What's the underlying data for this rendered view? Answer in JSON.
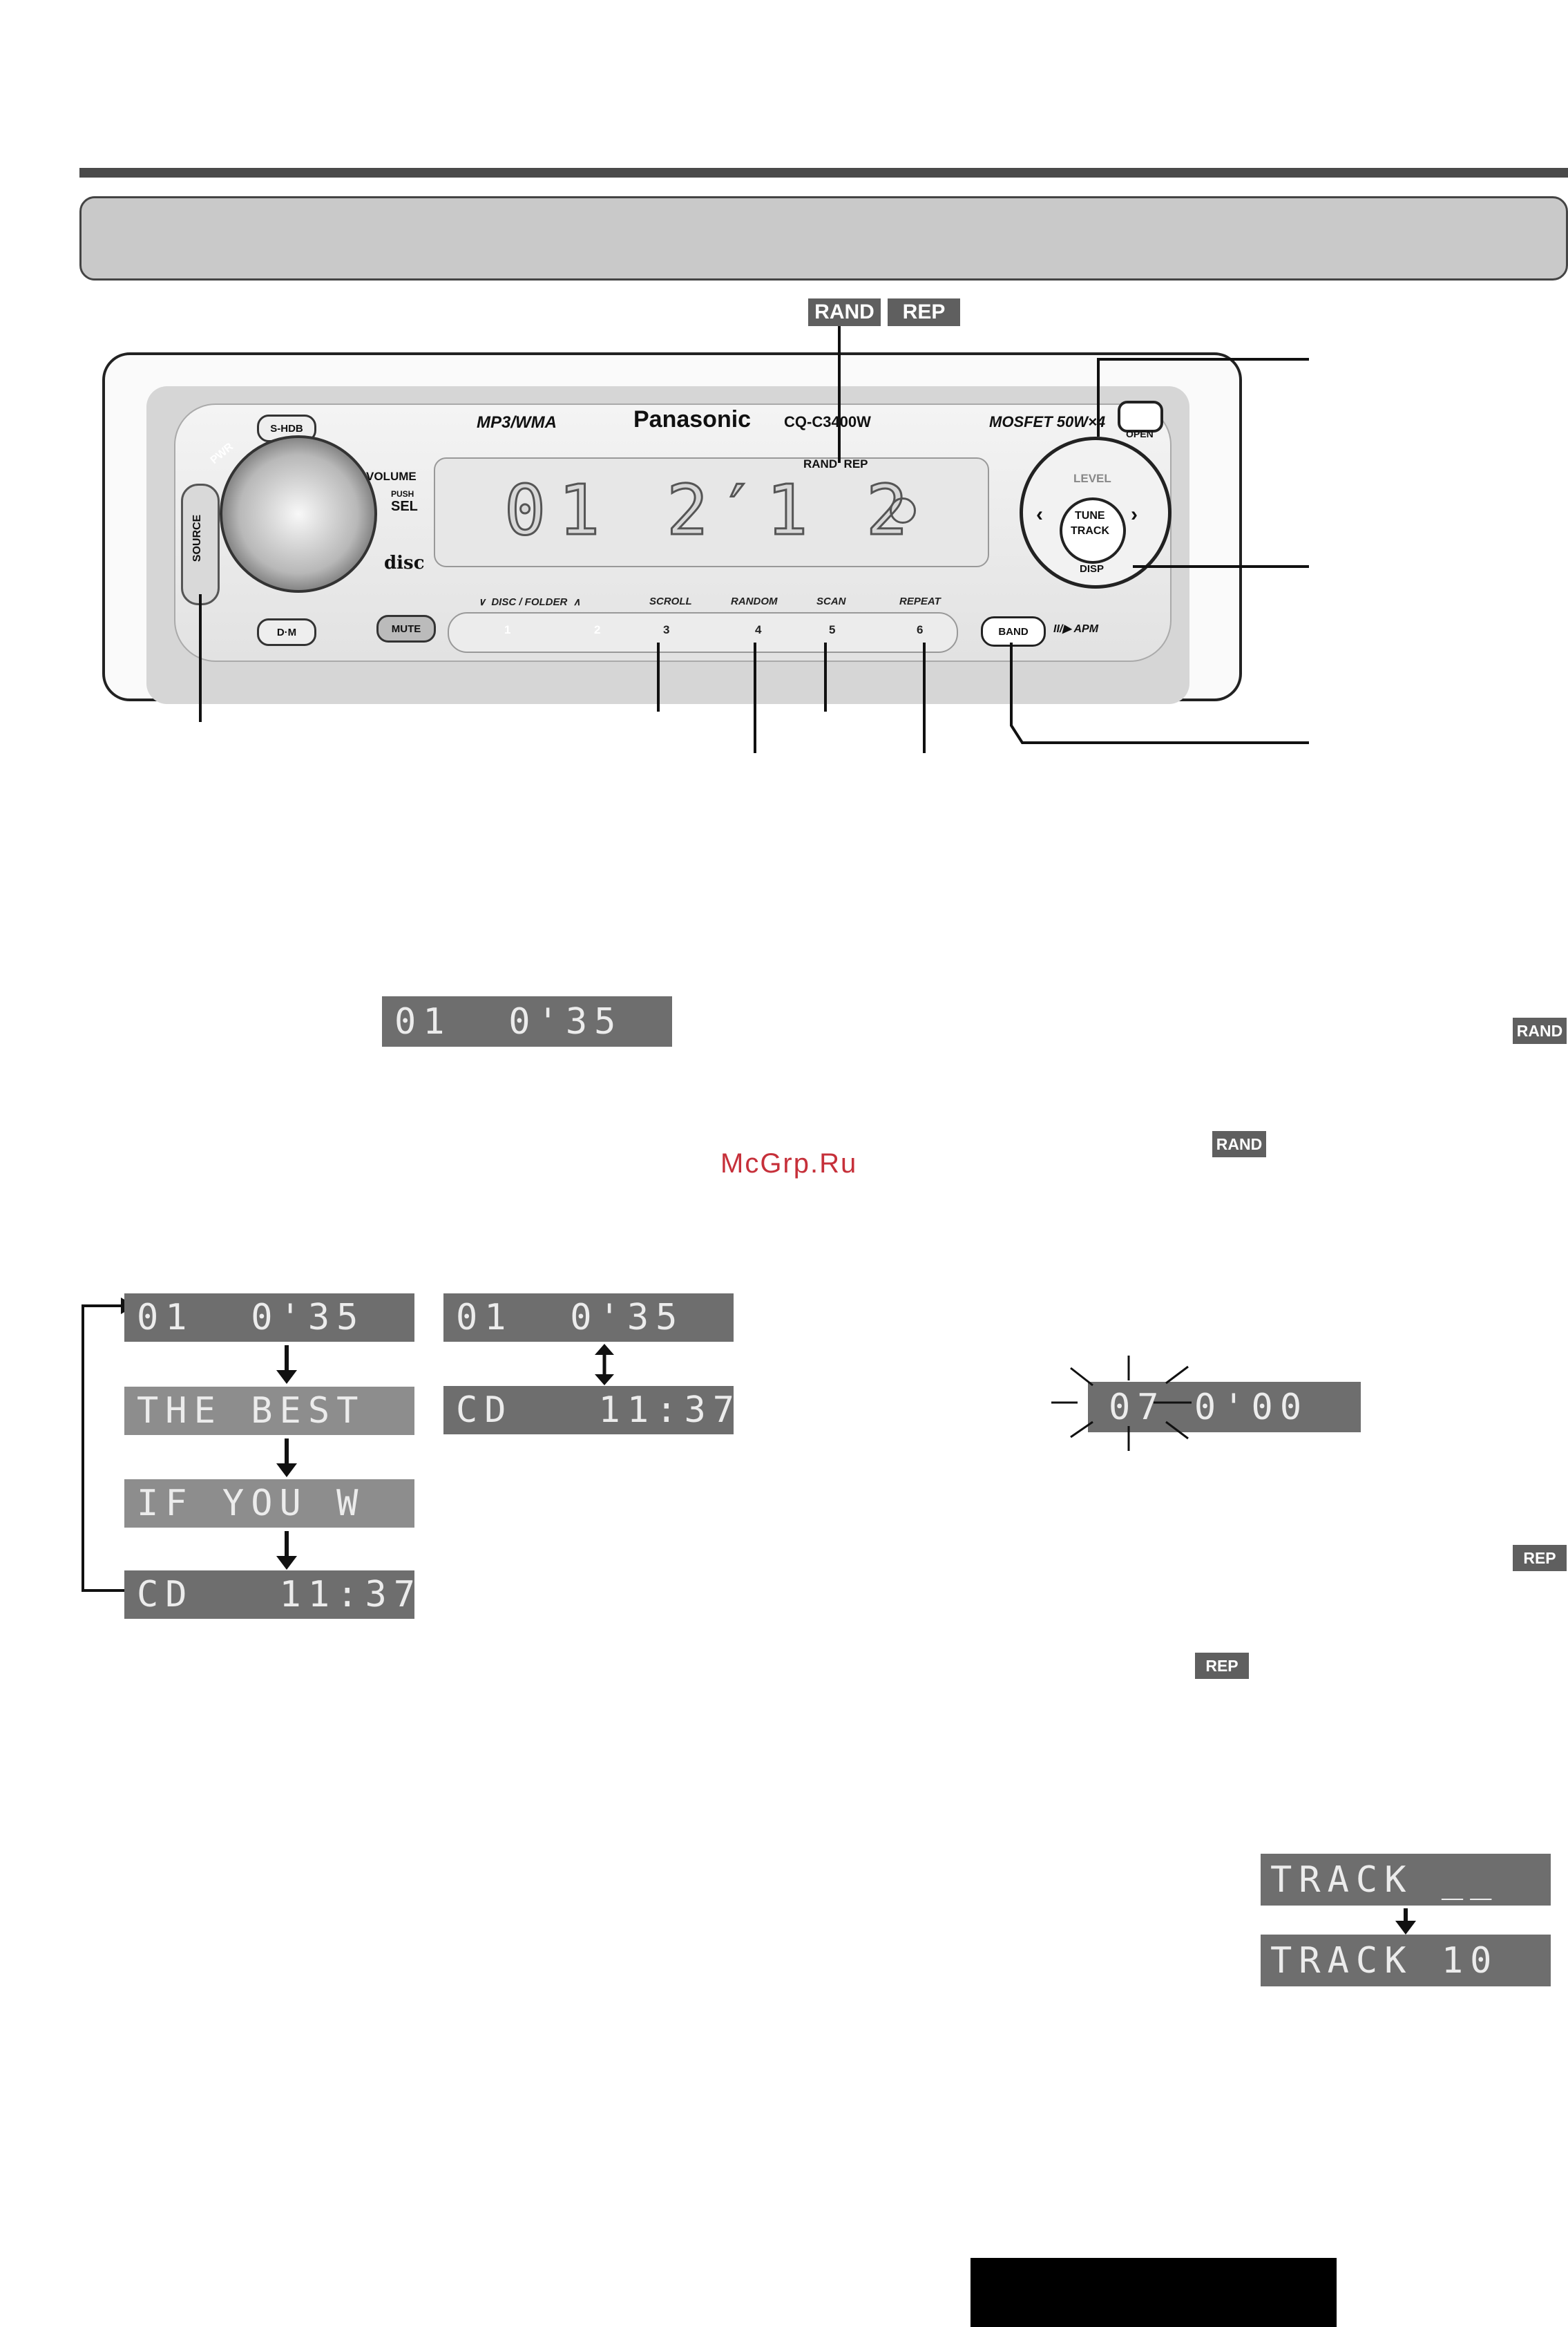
{
  "header": {
    "bar": ""
  },
  "callouts": {
    "rand": "RAND",
    "rep": "REP"
  },
  "radio": {
    "format_logo": "MP3/WMA",
    "brand": "Panasonic",
    "model": "CQ-C3400W",
    "mosfet": "MOSFET 50W×4",
    "open": "OPEN",
    "shdb": "S-HDB",
    "pwr": "PWR",
    "source": "SOURCE",
    "volume": "VOLUME",
    "push": "PUSH",
    "sel": "SEL",
    "disc_logo": "disc",
    "dm": "D·M",
    "mute": "MUTE",
    "display": {
      "indicators": "RAND  REP",
      "left": "01",
      "right": "2′1 2"
    },
    "preset_labels": {
      "disc_folder": "∨  DISC / FOLDER  ∧",
      "scroll": "SCROLL",
      "random": "RANDOM",
      "scan": "SCAN",
      "repeat": "REPEAT"
    },
    "presets": [
      "1",
      "2",
      "3",
      "4",
      "5",
      "6"
    ],
    "band": "BAND",
    "play_pause": "II/▶ APM",
    "level": "LEVEL",
    "tune": "TUNE",
    "track": "TRACK",
    "disp": "DISP"
  },
  "lcd": {
    "time_display": "01  0'35",
    "flow_left": [
      "01  0'35",
      "THE BEST",
      "IF YOU W",
      "CD   11:37"
    ],
    "flow_right": [
      "01  0'35",
      "CD   11:37"
    ],
    "random_blink": "07 0'00",
    "track_entry": [
      "TRACK __",
      "TRACK 10"
    ]
  },
  "tags": {
    "rand_large": "RAND",
    "rand_small": "RAND",
    "rep_large": "REP",
    "rep_small": "REP"
  },
  "watermark": "McGrp.Ru",
  "footer_block": ""
}
